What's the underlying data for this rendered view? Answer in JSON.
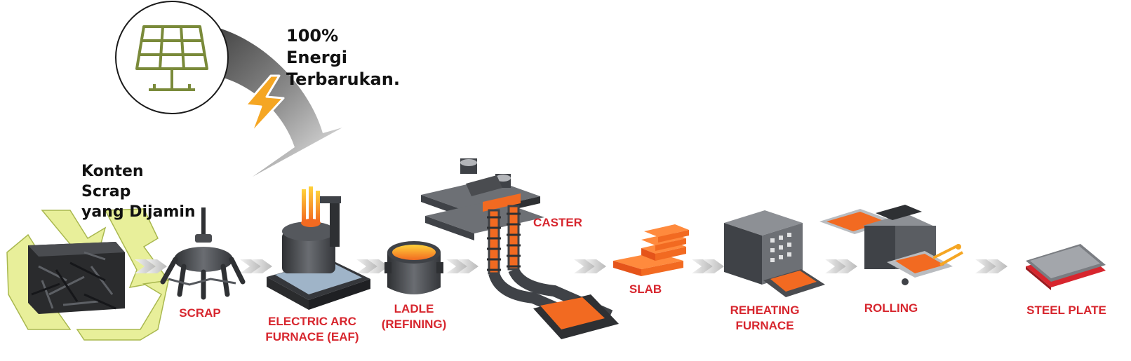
{
  "energy_text": [
    "100%",
    "Energi",
    "Terbarukan."
  ],
  "scrap_text": [
    "Konten",
    "Scrap",
    "yang Dijamin"
  ],
  "icons": {
    "solar": "solar-panel-icon",
    "bolt": "lightning-bolt-icon",
    "recycle": "recycle-icon"
  },
  "colors": {
    "label_red": "#d7262e",
    "solar_olive": "#7a8a3a",
    "bolt_orange": "#f5a623",
    "recycle_yellow": "#e8ef9a",
    "molten_orange": "#f26a21",
    "machine_dark": "#3f4247",
    "arrow_grey": "#d6d6d6"
  },
  "stages": [
    {
      "id": "scrap",
      "lines": [
        "SCRAP"
      ]
    },
    {
      "id": "eaf",
      "lines": [
        "ELECTRIC ARC",
        "FURNACE (EAF)"
      ]
    },
    {
      "id": "ladle",
      "lines": [
        "LADLE",
        "(REFINING)"
      ]
    },
    {
      "id": "caster",
      "lines": [
        "CASTER"
      ]
    },
    {
      "id": "slab",
      "lines": [
        "SLAB"
      ]
    },
    {
      "id": "reheating",
      "lines": [
        "REHEATING",
        "FURNACE"
      ]
    },
    {
      "id": "rolling",
      "lines": [
        "ROLLING"
      ]
    },
    {
      "id": "plate",
      "lines": [
        "STEEL PLATE"
      ]
    }
  ]
}
